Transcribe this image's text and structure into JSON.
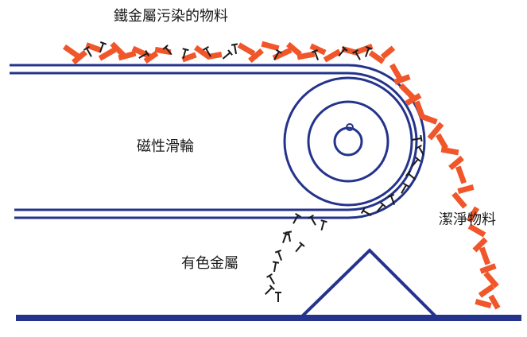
{
  "labels": {
    "contaminated": "鐵金屬污染的物料",
    "pulley": "磁性滑輪",
    "clean": "潔淨物料",
    "nonferrous": "有色金屬"
  },
  "colors": {
    "belt": "#24338c",
    "material": "#f0562a",
    "metal": "#1a1a1a",
    "text": "#1a1a1a"
  }
}
